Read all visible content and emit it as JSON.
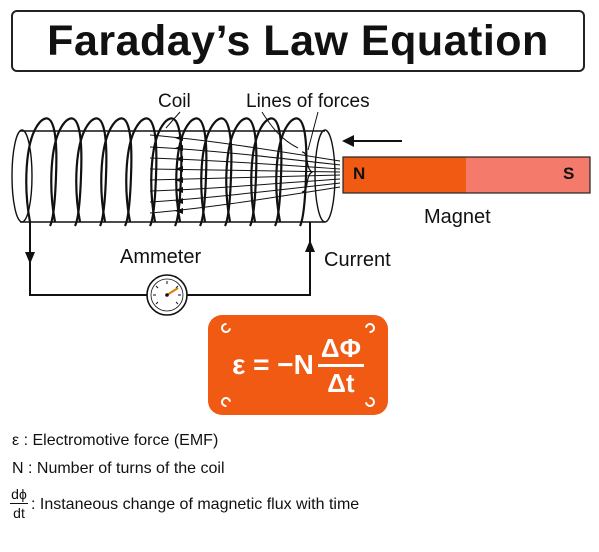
{
  "title": "Faraday’s Law Equation",
  "labels": {
    "coil": "Coil",
    "lines_of_forces": "Lines of forces",
    "magnet": "Magnet",
    "magnet_n": "N",
    "magnet_s": "S",
    "ammeter": "Ammeter",
    "current": "Current"
  },
  "equation": {
    "lhs": "ε = −N",
    "numerator": "ΔΦ",
    "denominator": "Δt"
  },
  "legend": {
    "emf": "ε : Electromotive force (EMF)",
    "turns": "N : Number of turns of the coil",
    "flux_num": "dϕ",
    "flux_den": "dt",
    "flux_text": ": Instaneous change of magnetic flux with time"
  },
  "colors": {
    "magnet_north": "#f05a12",
    "magnet_south": "#f47a6c",
    "equation_bg": "#f05a12"
  }
}
